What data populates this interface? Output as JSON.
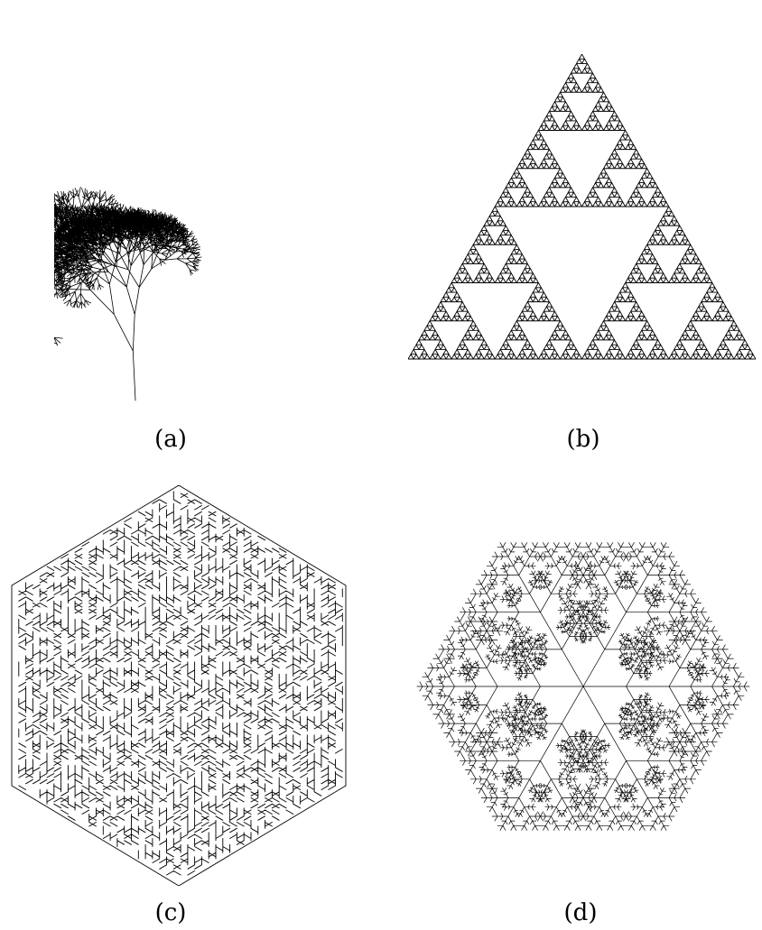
{
  "figure": {
    "panels": [
      {
        "id": "a",
        "caption": "(a)",
        "subject": "fractal-plant"
      },
      {
        "id": "b",
        "caption": "(b)",
        "subject": "sierpinski-triangle"
      },
      {
        "id": "c",
        "caption": "(c)",
        "subject": "hexagonal-maze"
      },
      {
        "id": "d",
        "caption": "(d)",
        "subject": "hexagonal-snowflake-fractal"
      }
    ],
    "stroke_color": "#000000",
    "background": "#ffffff"
  }
}
